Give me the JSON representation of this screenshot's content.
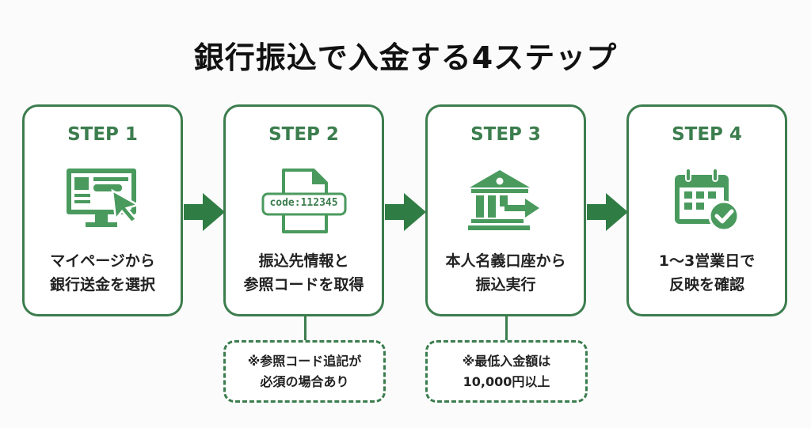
{
  "title": "銀行振込で入金する4ステップ",
  "colors": {
    "primary": "#3c7d4e",
    "icon": "#4a9a5e",
    "arrow": "#2f7d44"
  },
  "steps": [
    {
      "label": "STEP 1",
      "icon": "monitor-cursor-icon",
      "line1": "マイページから",
      "line2": "銀行送金を選択"
    },
    {
      "label": "STEP 2",
      "icon": "document-code-icon",
      "code": "code:112345",
      "line1": "振込先情報と",
      "line2": "参照コードを取得"
    },
    {
      "label": "STEP 3",
      "icon": "bank-transfer-icon",
      "line1": "本人名義口座から",
      "line2": "振込実行"
    },
    {
      "label": "STEP 4",
      "icon": "calendar-check-icon",
      "line1": "1〜3営業日で",
      "line2": "反映を確認"
    }
  ],
  "notes": [
    {
      "line1": "※参照コード追記が",
      "line2": "必須の場合あり"
    },
    {
      "line1": "※最低入金額は",
      "line2": "10,000円以上"
    }
  ]
}
